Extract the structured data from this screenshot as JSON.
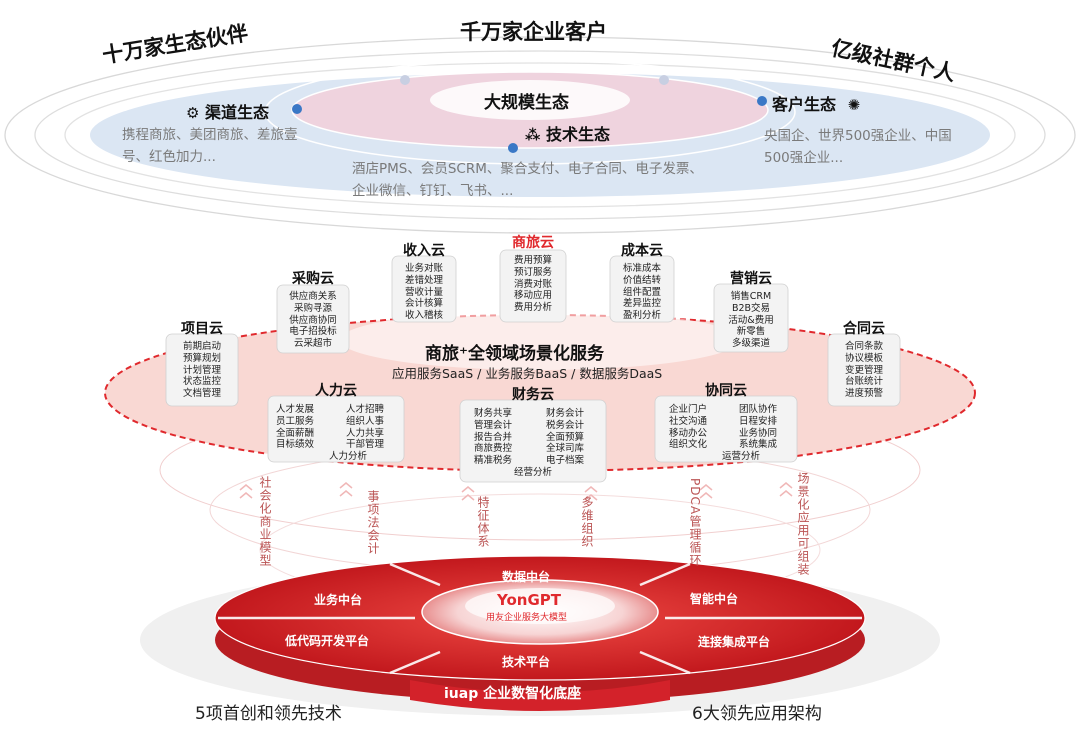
{
  "header": {
    "center_title": "千万家企业客户",
    "left_title": "十万家生态伙伴",
    "right_title": "亿级社群个人"
  },
  "ecosystem": {
    "core": "大规模生态",
    "channel": {
      "name": "渠道生态",
      "desc": "携程商旅、美团商旅、差旅壹号、红色加力..."
    },
    "tech": {
      "name": "技术生态",
      "desc": "酒店PMS、会员SCRM、聚合支付、电子合同、电子发票、企业微信、钉钉、飞书、..."
    },
    "customer": {
      "name": "客户生态",
      "desc": "央国企、世界500强企业、中国500强企业..."
    }
  },
  "clouds": [
    {
      "id": "shanglv",
      "name": "商旅云",
      "items": [
        "费用预算",
        "预订服务",
        "消费对账",
        "移动应用",
        "费用分析"
      ],
      "highlight": true
    },
    {
      "id": "shouru",
      "name": "收入云",
      "items": [
        "业务对账",
        "差错处理",
        "营收计量",
        "会计核算",
        "收入稽核"
      ]
    },
    {
      "id": "chengben",
      "name": "成本云",
      "items": [
        "标准成本",
        "价值结转",
        "组件配置",
        "差异监控",
        "盈利分析"
      ]
    },
    {
      "id": "caigou",
      "name": "采购云",
      "items": [
        "供应商关系",
        "采购寻源",
        "供应商协同",
        "电子招投标",
        "云采超市"
      ]
    },
    {
      "id": "yingxiao",
      "name": "营销云",
      "items": [
        "销售CRM",
        "B2B交易",
        "活动&费用",
        "新零售",
        "多级渠道"
      ]
    },
    {
      "id": "xiangmu",
      "name": "项目云",
      "items": [
        "前期启动",
        "预算规划",
        "计划管理",
        "状态监控",
        "文档管理"
      ]
    },
    {
      "id": "hetong",
      "name": "合同云",
      "items": [
        "合同条款",
        "协议模板",
        "变更管理",
        "台账统计",
        "进度预警"
      ]
    }
  ],
  "center_service": {
    "title": "商旅⁺全领域场景化服务",
    "subtitle": "应用服务SaaS / 业务服务BaaS / 数据服务DaaS"
  },
  "bottom_clouds": {
    "renli": {
      "name": "人力云",
      "col1": [
        "人才发展",
        "员工服务",
        "全面薪酬",
        "目标绩效"
      ],
      "col2": [
        "人才招聘",
        "组织人事",
        "人力共享",
        "干部管理"
      ],
      "footer": "人力分析"
    },
    "caiwu": {
      "name": "财务云",
      "col1": [
        "财务共享",
        "管理会计",
        "报告合并",
        "商旅费控",
        "精准税务"
      ],
      "col2": [
        "财务会计",
        "税务会计",
        "全面预算",
        "全球司库",
        "电子档案"
      ],
      "footer": "经营分析"
    },
    "xietong": {
      "name": "协同云",
      "col1": [
        "企业门户",
        "社交沟通",
        "移动办公",
        "组织文化"
      ],
      "col2": [
        "团队协作",
        "日程安排",
        "业务协同",
        "系统集成"
      ],
      "footer": "运营分析"
    }
  },
  "pillars": [
    "社会化商业模型",
    "事项法会计",
    "特征体系",
    "多维组织",
    "PDCA管理循环",
    "场景化应用可组装"
  ],
  "platform": {
    "center_title": "YonGPT",
    "center_sub": "用友企业服务大模型",
    "segments": {
      "top": "数据中台",
      "left_top": "业务中台",
      "right_top": "智能中台",
      "left_bottom": "低代码开发平台",
      "right_bottom": "连接集成平台",
      "bottom": "技术平台"
    },
    "base": "iuap 企业数智化底座"
  },
  "footer": {
    "left": "5项首创和领先技术",
    "right": "6大领先应用架构"
  },
  "colors": {
    "red": "#e0292d",
    "dark_red": "#b81d22",
    "ecosystem_fill": "#dbe6f3",
    "core_fill": "#efd3de",
    "service_fill": "#f9d8d3"
  }
}
